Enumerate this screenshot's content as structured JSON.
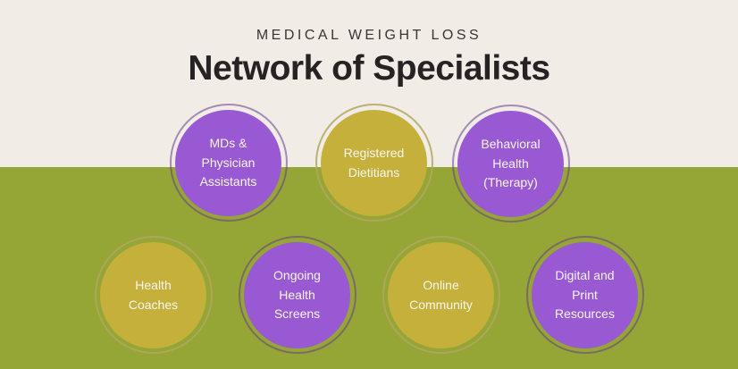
{
  "header": {
    "eyebrow": "MEDICAL WEIGHT LOSS",
    "title": "Network of Specialists"
  },
  "colors": {
    "background_top": "#f1ece6",
    "background_bottom": "#95a636",
    "purple_fill": "#9859d3",
    "gold_fill": "#c4b03a",
    "circle_text": "#faf6ef",
    "title_text": "#272223",
    "eyebrow_text": "#3b3533"
  },
  "circles": [
    {
      "variant": "purple",
      "lines": [
        "MDs &",
        "Physician",
        "Assistants"
      ]
    },
    {
      "variant": "gold",
      "lines": [
        "Registered",
        "Dietitians"
      ]
    },
    {
      "variant": "purple",
      "lines": [
        "Behavioral",
        "Health",
        "(Therapy)"
      ]
    },
    {
      "variant": "gold",
      "lines": [
        "Health",
        "Coaches"
      ]
    },
    {
      "variant": "purple",
      "lines": [
        "Ongoing",
        "Health",
        "Screens"
      ]
    },
    {
      "variant": "gold",
      "lines": [
        "Online",
        "Community"
      ]
    },
    {
      "variant": "purple",
      "lines": [
        "Digital and",
        "Print",
        "Resources"
      ]
    }
  ]
}
